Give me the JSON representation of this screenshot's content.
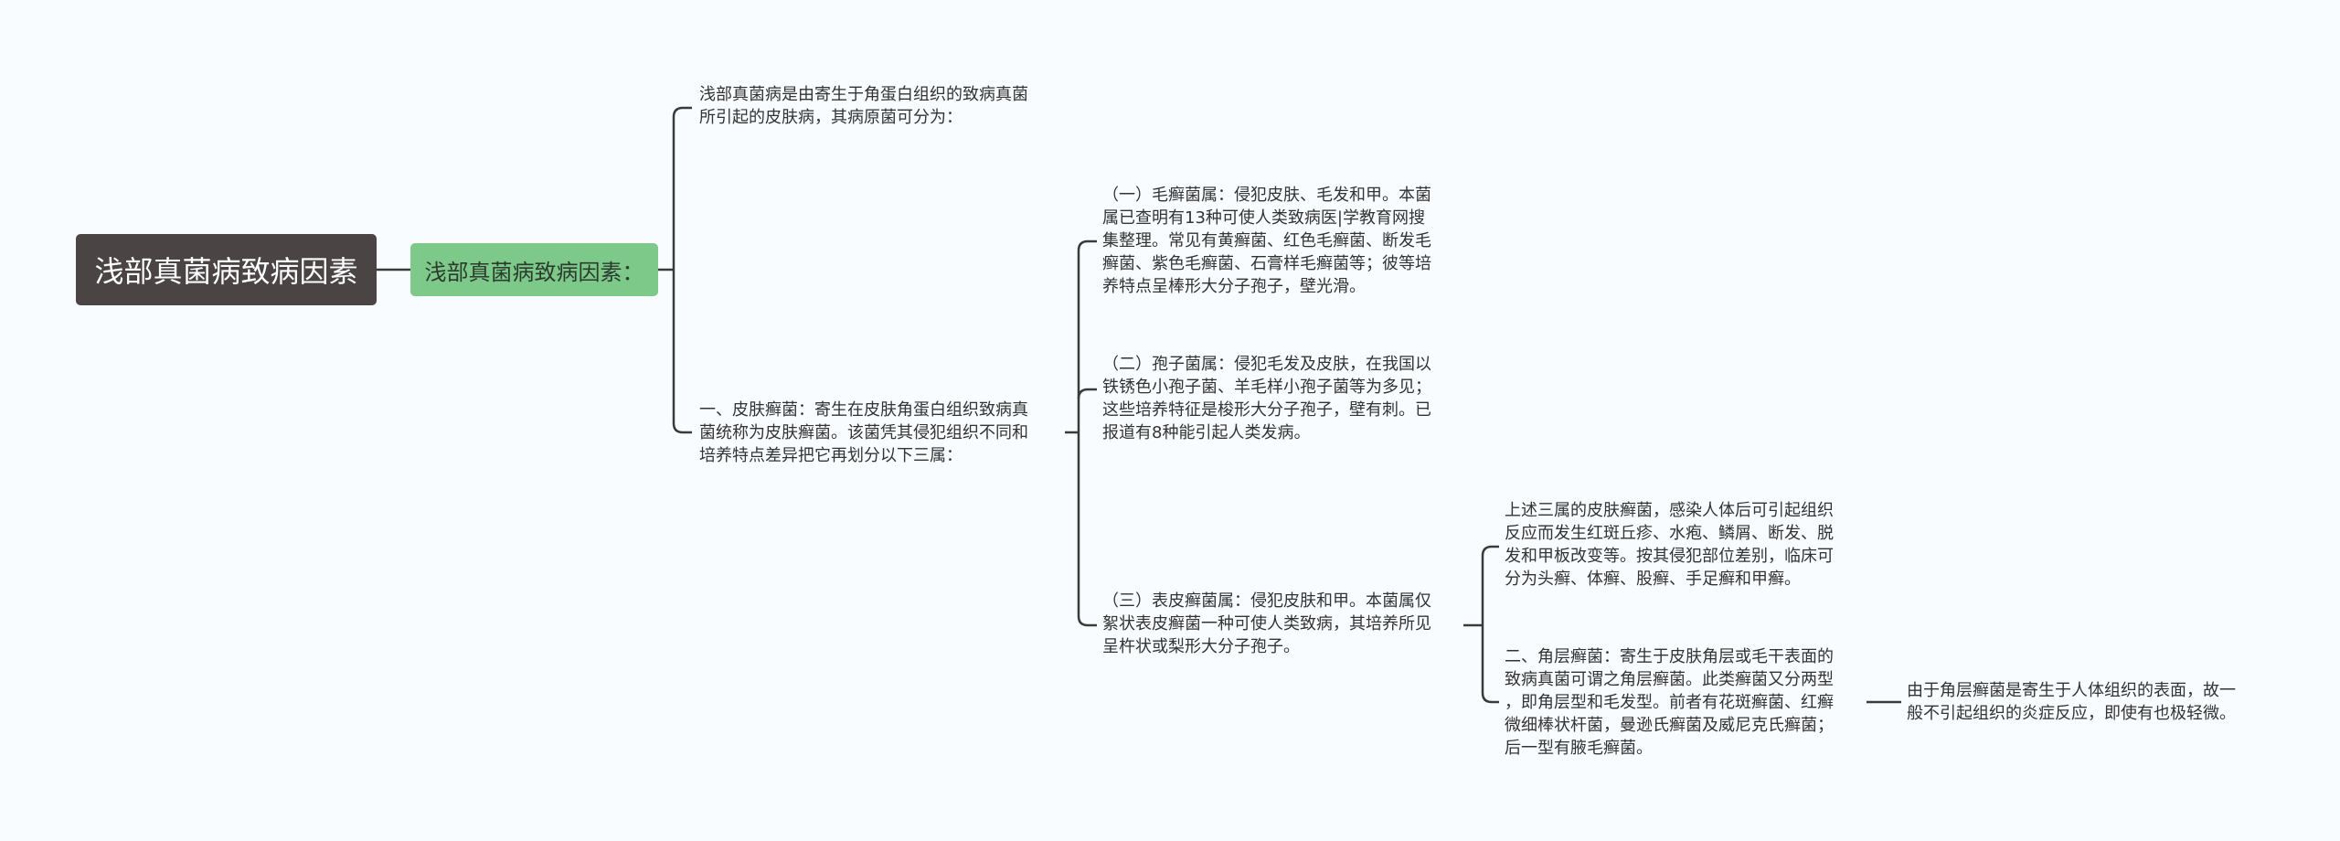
{
  "root": {
    "label": "浅部真菌病致病因素"
  },
  "level1": {
    "label": "浅部真菌病致病因素："
  },
  "nodes": {
    "intro": "浅部真菌病是由寄生于角蛋白组织的致病真菌\n所引起的皮肤病，其病原菌可分为：",
    "dermatophyte": "一、皮肤癣菌：寄生在皮肤角蛋白组织致病真\n菌统称为皮肤癣菌。该菌凭其侵犯组织不同和\n培养特点差异把它再划分以下三属：",
    "trichophyton": "（一）毛癣菌属：侵犯皮肤、毛发和甲。本菌\n属已查明有13种可使人类致病医|学教育网搜\n集整理。常见有黄癣菌、红色毛癣菌、断发毛\n癣菌、紫色毛癣菌、石膏样毛癣菌等；彼等培\n养特点呈棒形大分子孢子，壁光滑。",
    "microsporum": "（二）孢子菌属：侵犯毛发及皮肤，在我国以\n铁锈色小孢子菌、羊毛样小孢子菌等为多见；\n这些培养特征是梭形大分子孢子，壁有刺。已\n报道有8种能引起人类发病。",
    "epidermophyton": "（三）表皮癣菌属：侵犯皮肤和甲。本菌属仅\n絮状表皮癣菌一种可使人类致病，其培养所见\n呈杵状或梨形大分子孢子。",
    "summary": "上述三属的皮肤癣菌，感染人体后可引起组织\n反应而发生红斑丘疹、水疱、鳞屑、断发、脱\n发和甲板改变等。按其侵犯部位差别，临床可\n分为头癣、体癣、股癣、手足癣和甲癣。",
    "keratophyte": "二、角层癣菌：寄生于皮肤角层或毛干表面的\n致病真菌可谓之角层癣菌。此类癣菌又分两型\n，即角层型和毛发型。前者有花斑癣菌、红癣\n微细棒状杆菌，曼逊氏癣菌及威尼克氏癣菌；\n后一型有腋毛癣菌。",
    "keratophyte_note": "由于角层癣菌是寄生于人体组织的表面，故一\n般不引起组织的炎症反应，即使有也极轻微。"
  },
  "colors": {
    "root_bg": "#4a4445",
    "level1_bg": "#7cc98a",
    "line": "#3a3a3a",
    "background": "#f8fcfe"
  }
}
